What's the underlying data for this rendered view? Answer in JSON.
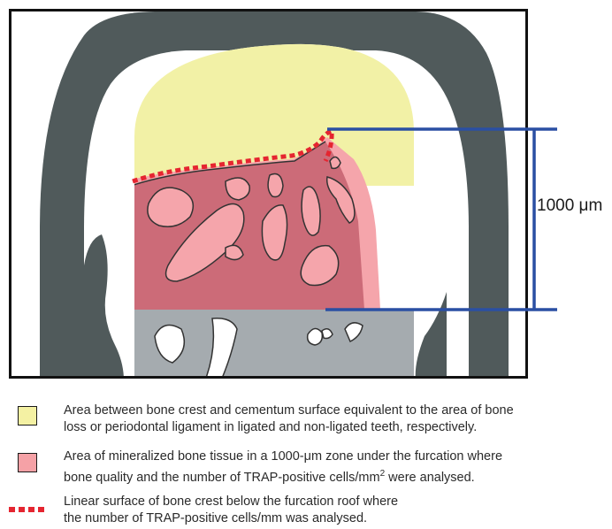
{
  "colors": {
    "frame": "#111111",
    "tooth": "#505a5b",
    "yellow_zone": "#f2f1a6",
    "pink_zone": "#f5a5ab",
    "dark_pink_zone": "#cc6b78",
    "gray_bone": "#a5abaf",
    "scale_bar": "#2a4fa3",
    "dotted_line": "#e52530",
    "text": "#2a2a2a"
  },
  "scale_bar_label": "1000 μm",
  "legend": [
    {
      "key": "yellow",
      "swatch_color": "#f4f1a3",
      "line1": "Area between bone crest and cementum surface equivalent to the area of bone",
      "line2": "loss or periodontal ligament in ligated and non-ligated teeth, respectively."
    },
    {
      "key": "pink",
      "swatch_color": "#f5a1a6",
      "line1": "Area of mineralized bone tissue in a 1000-μm zone under the furcation where",
      "line2_before": "bone quality and the number of TRAP-positive cells/mm",
      "line2_sup": "2",
      "line2_after": " were analysed."
    },
    {
      "key": "dotted",
      "swatch_color": "#e52530",
      "line1": "Linear surface of bone crest below the furcation roof where",
      "line2": "the number of TRAP-positive cells/mm was analysed."
    }
  ]
}
